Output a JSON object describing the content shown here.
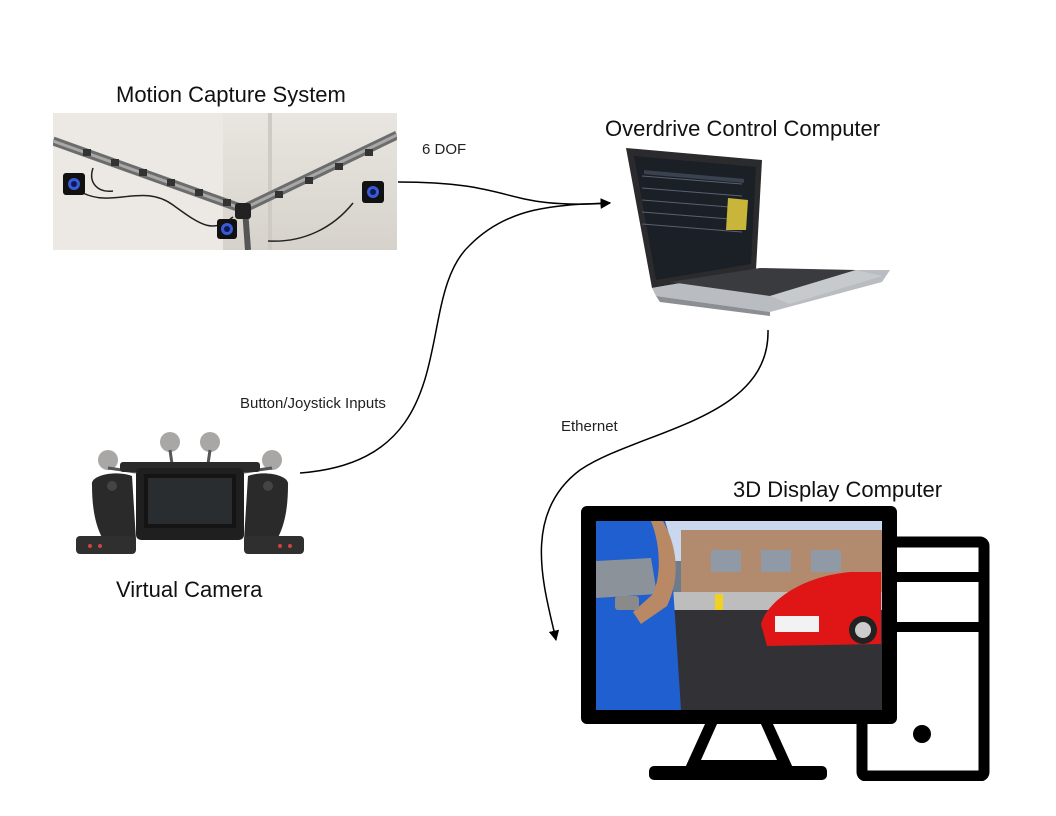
{
  "nodes": {
    "motion_capture": {
      "title": "Motion Capture System"
    },
    "control_computer": {
      "title": "Overdrive Control Computer"
    },
    "virtual_camera": {
      "title": "Virtual Camera"
    },
    "display_computer": {
      "title": "3D Display Computer"
    }
  },
  "edges": {
    "dof": {
      "label": "6 DOF"
    },
    "inputs": {
      "label": "Button/Joystick Inputs"
    },
    "ethernet": {
      "label": "Ethernet"
    }
  },
  "colors": {
    "line": "#000000",
    "monitor": "#000000",
    "car": "#e01515",
    "shirt": "#1f5fd0",
    "sky": "#c9d8ee"
  },
  "icons": [
    "mocap-rig-photo",
    "laptop-photo",
    "vcam-controller-photo",
    "desktop-computer-icon"
  ]
}
